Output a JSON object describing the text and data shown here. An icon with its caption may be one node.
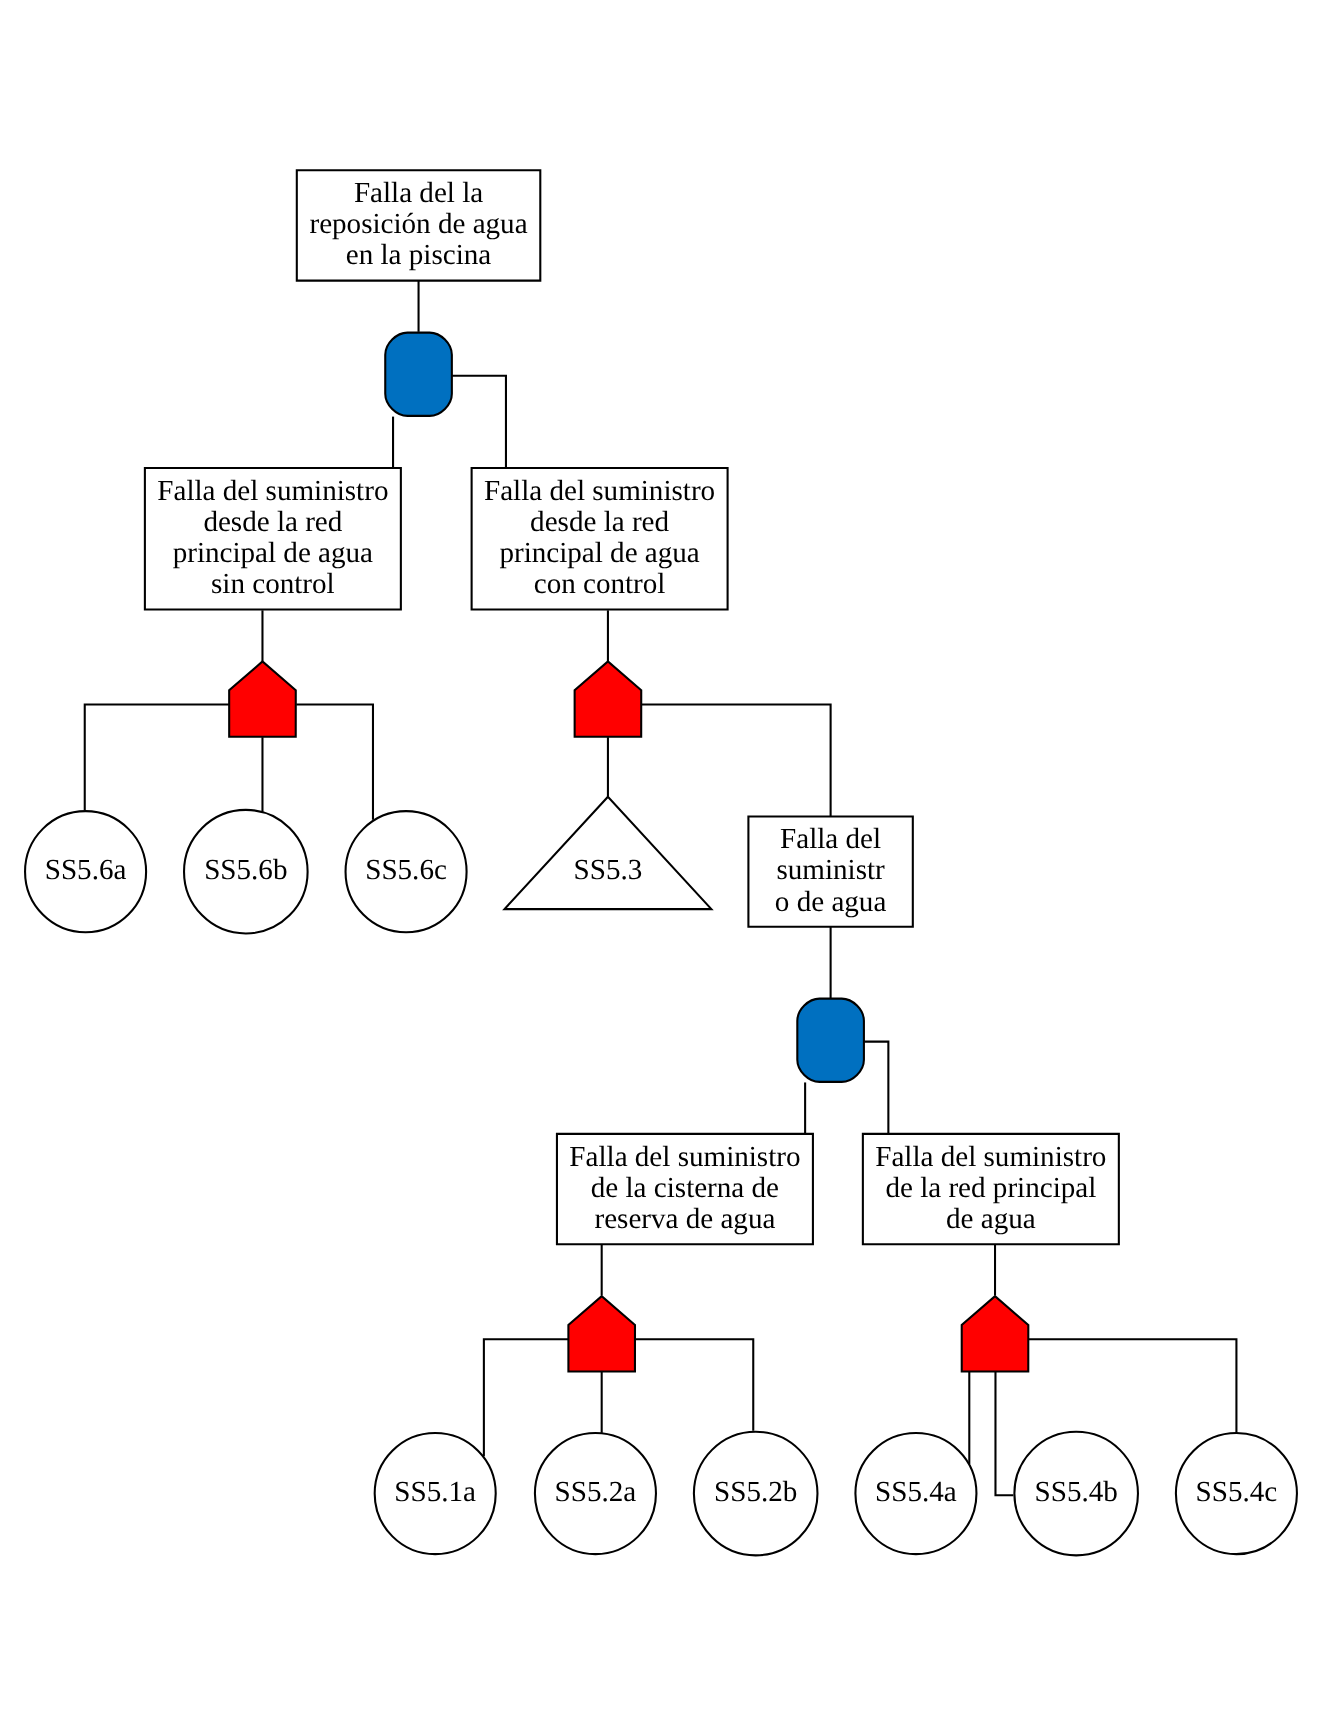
{
  "diagram": {
    "nodes": [
      {
        "text": [
          "Falla del la reposición de agua en la piscina"
        ]
      },
      {
        "text": [],
        "shape": "and"
      },
      {
        "text": [
          "Falla del suministro desde la red principal de agua sin control"
        ]
      },
      {
        "text": [
          "Falla del suministro desde la red principal de agua con control"
        ]
      },
      {
        "text": [],
        "shape": "or"
      },
      {
        "text": [
          "SS5.6a"
        ]
      },
      {
        "text": [
          "SS5.6b"
        ]
      },
      {
        "text": [
          "SS5.6c"
        ]
      },
      {
        "text": [],
        "shape": "or"
      },
      {
        "text": [
          "SS5.3"
        ]
      },
      {
        "text": [
          "Falla del suministr o de agua"
        ]
      },
      {
        "text": [],
        "shape": "and"
      },
      {
        "text": [
          "Falla del suministro de la cisterna de reserva de agua"
        ]
      },
      {
        "text": [
          "Falla del suministro de la red principal de agua"
        ]
      },
      {
        "text": [],
        "shape": "or"
      },
      {
        "text": [],
        "shape": "or"
      },
      {
        "text": [
          "SS5.1a"
        ]
      },
      {
        "text": [
          "SS5.2a"
        ]
      },
      {
        "text": [
          "SS5.2b"
        ]
      },
      {
        "text": [
          "SS5.4a"
        ]
      },
      {
        "text": [
          "SS5.4b"
        ]
      },
      {
        "text": [
          "SS5.4c"
        ]
      }
    ],
    "edges": [
      {
        "from": 0,
        "to": 1,
        "arrow": "none"
      },
      {
        "from": 1,
        "to": 2,
        "arrow": "none"
      },
      {
        "from": 1,
        "to": 3,
        "arrow": "none"
      },
      {
        "from": 2,
        "to": 4,
        "arrow": "none"
      },
      {
        "from": 4,
        "to": 5,
        "arrow": "none"
      },
      {
        "from": 4,
        "to": 6,
        "arrow": "none"
      },
      {
        "from": 4,
        "to": 7,
        "arrow": "none"
      },
      {
        "from": 3,
        "to": 8,
        "arrow": "none"
      },
      {
        "from": 8,
        "to": 9,
        "arrow": "none"
      },
      {
        "from": 8,
        "to": 10,
        "arrow": "none"
      },
      {
        "from": 10,
        "to": 11,
        "arrow": "none"
      },
      {
        "from": 11,
        "to": 12,
        "arrow": "none"
      },
      {
        "from": 11,
        "to": 13,
        "arrow": "none"
      },
      {
        "from": 12,
        "to": 14,
        "arrow": "none"
      },
      {
        "from": 13,
        "to": 15,
        "arrow": "none"
      },
      {
        "from": 14,
        "to": 16,
        "arrow": "none"
      },
      {
        "from": 14,
        "to": 17,
        "arrow": "none"
      },
      {
        "from": 14,
        "to": 18,
        "arrow": "none"
      },
      {
        "from": 15,
        "to": 19,
        "arrow": "none"
      },
      {
        "from": 15,
        "to": 20,
        "arrow": "none"
      },
      {
        "from": 15,
        "to": 21,
        "arrow": "none"
      }
    ]
  }
}
